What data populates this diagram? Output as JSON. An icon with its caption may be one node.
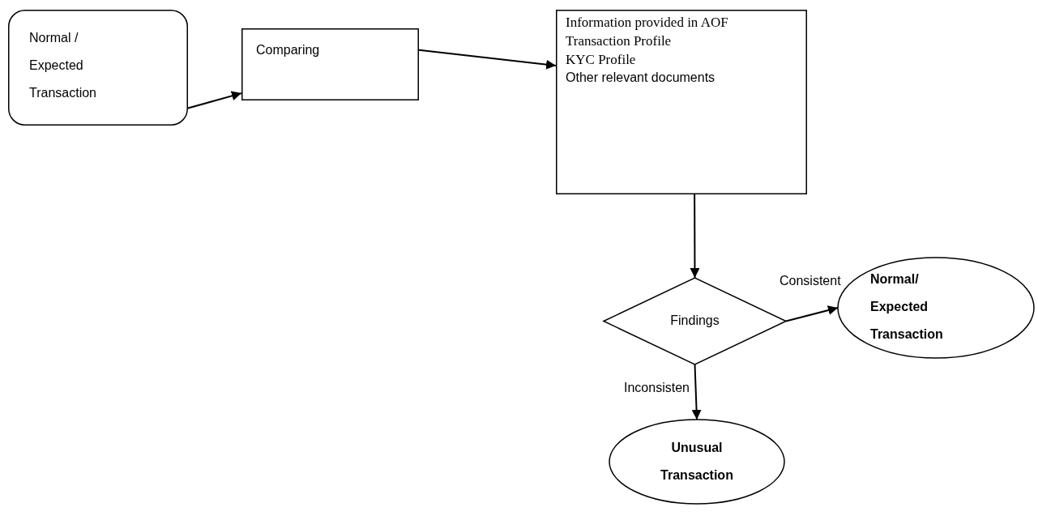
{
  "diagram": {
    "nodes": [
      {
        "text": [
          "Normal / Expected Transaction"
        ]
      },
      {
        "text": [
          "Comparing"
        ]
      },
      {
        "text": [
          "Information provided in AOF",
          "Transaction Profile",
          "KYC Profile",
          "Other relevant documents"
        ]
      },
      {
        "text": [
          "Findings"
        ]
      },
      {
        "text": [
          "Normal/ Expected Transaction"
        ]
      },
      {
        "text": [
          "Unusual Transaction"
        ]
      }
    ],
    "edges": [
      {
        "from": 0,
        "to": 1,
        "arrow": "to"
      },
      {
        "from": 1,
        "to": 2,
        "arrow": "to"
      },
      {
        "from": 2,
        "to": 3,
        "arrow": "to"
      },
      {
        "from": 3,
        "to": 4,
        "arrow": "to",
        "label": "Consistent"
      },
      {
        "from": 3,
        "to": 5,
        "arrow": "to",
        "label": "Inconsisten"
      }
    ]
  }
}
